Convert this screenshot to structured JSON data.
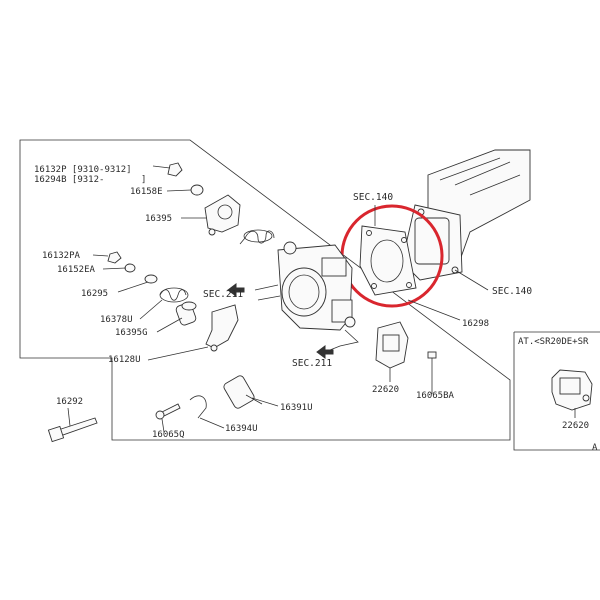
{
  "labels": {
    "l_16132p": "16132P [9310-9312]",
    "l_16294b": "16294B [9312-",
    "l_16294b_end": "]",
    "l_16158e": "16158E",
    "l_16395": "16395",
    "l_16132pa": "16132PA",
    "l_16152ea": "16152EA",
    "l_16295": "16295",
    "l_16378u": "16378U",
    "l_16395g": "16395G",
    "l_16128u": "16128U",
    "l_16292": "16292",
    "l_16065q": "16065Q",
    "l_16394u": "16394U",
    "l_16391u": "16391U",
    "l_22620": "22620",
    "l_16065ba": "16065BA",
    "l_16298": "16298",
    "l_sec140_top": "SEC.140",
    "l_sec140_right": "SEC.140",
    "l_sec211_top": "SEC.211",
    "l_sec211_bottom": "SEC.211",
    "inset_title": "AT.<SR20DE+SR",
    "inset_part": "22620",
    "inset_corner": "A"
  },
  "colors": {
    "line": "#333333",
    "highlight_circle": "#d9262e"
  }
}
